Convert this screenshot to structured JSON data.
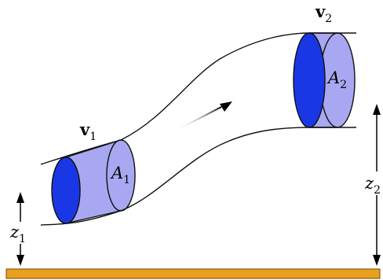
{
  "labels": {
    "v1": {
      "base": "v",
      "sub": "1"
    },
    "v2": {
      "base": "v",
      "sub": "2"
    },
    "A1": {
      "base": "A",
      "sub": "1"
    },
    "A2": {
      "base": "A",
      "sub": "2"
    },
    "z1": {
      "base": "z",
      "sub": "1"
    },
    "z2": {
      "base": "z",
      "sub": "2"
    }
  },
  "colors": {
    "tube_fill": "#a8a8f2",
    "tube_stroke": "#111111",
    "end_face": "#1a37e6",
    "ground": "#e8a020",
    "ground_stroke": "#7a4a00",
    "arrow": "#000000"
  }
}
